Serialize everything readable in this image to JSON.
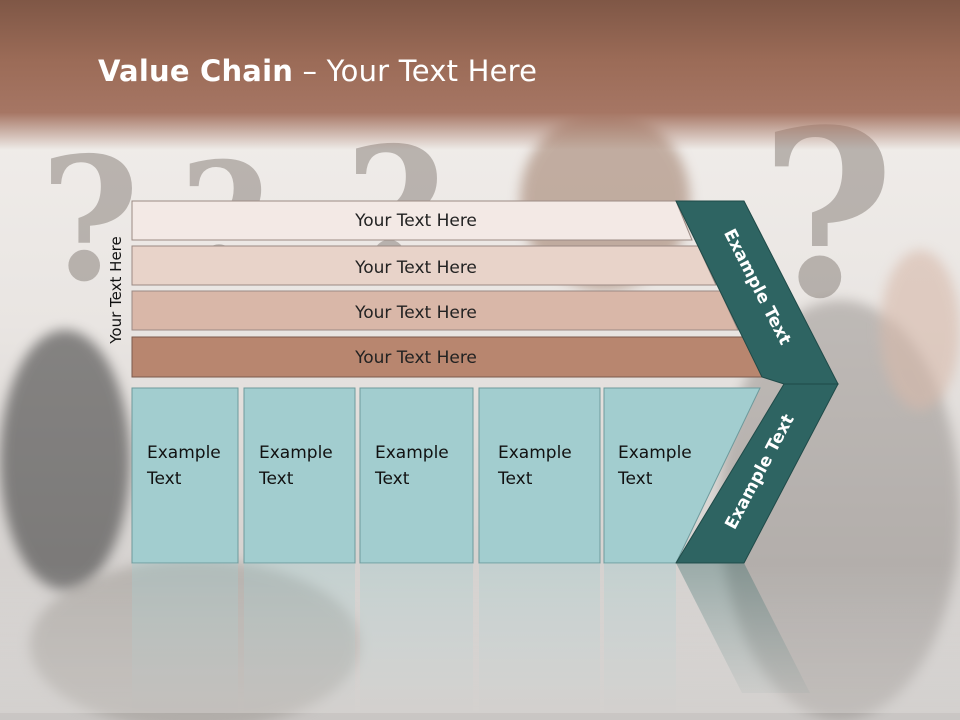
{
  "title": {
    "bold": "Value Chain",
    "rest": " – Your Text Here"
  },
  "side_label": "Your Text Here",
  "bars": [
    {
      "label": "Your Text Here",
      "color": "#f3e9e5"
    },
    {
      "label": "Your Text Here",
      "color": "#e8d3c9"
    },
    {
      "label": "Your Text Here",
      "color": "#d9b7a8"
    },
    {
      "label": "Your Text Here",
      "color": "#b8866f"
    }
  ],
  "cells": [
    {
      "line1": "Example",
      "line2": "Text"
    },
    {
      "line1": "Example",
      "line2": "Text"
    },
    {
      "line1": "Example",
      "line2": "Text"
    },
    {
      "line1": "Example",
      "line2": "Text"
    },
    {
      "line1": "Example",
      "line2": "Text"
    }
  ],
  "arrows": {
    "upper": "Example Text",
    "lower": "Example Text",
    "color": "#2e6462"
  },
  "colors": {
    "header": "#9b6b57",
    "cell_fill": "#a2cdcf"
  }
}
